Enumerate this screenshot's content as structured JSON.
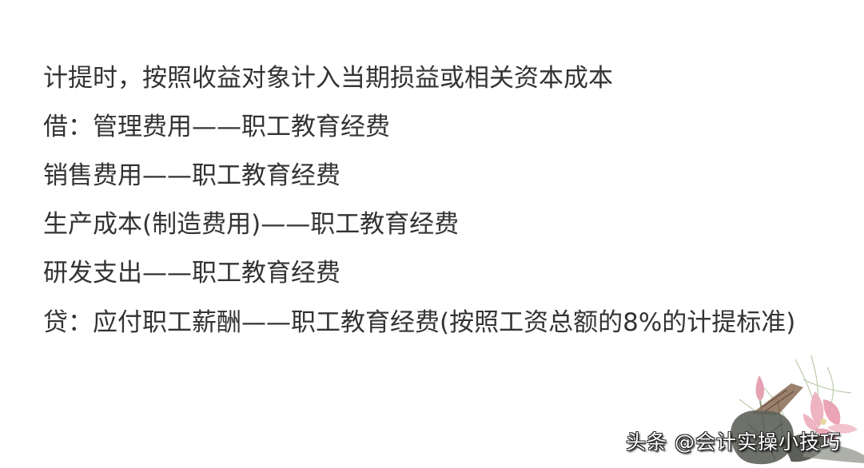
{
  "document": {
    "lines": [
      "计提时，按照收益对象计入当期损益或相关资本成本",
      "借：管理费用——职工教育经费",
      "销售费用——职工教育经费",
      "生产成本(制造费用)——职工教育经费",
      "研发支出——职工教育经费",
      "贷：应付职工薪酬——职工教育经费(按照工资总额的8%的计提标准)"
    ],
    "text_color": "#333333",
    "background": "#ffffff"
  },
  "decoration": {
    "image": "lotus-ink-painting",
    "colors": {
      "petal": "#e8a6b4",
      "leaf": "#5a5f58",
      "stem": "#9fb48f",
      "pod": "#8a6a55"
    }
  },
  "watermark": {
    "text": "头条 @会计实操小技巧"
  }
}
